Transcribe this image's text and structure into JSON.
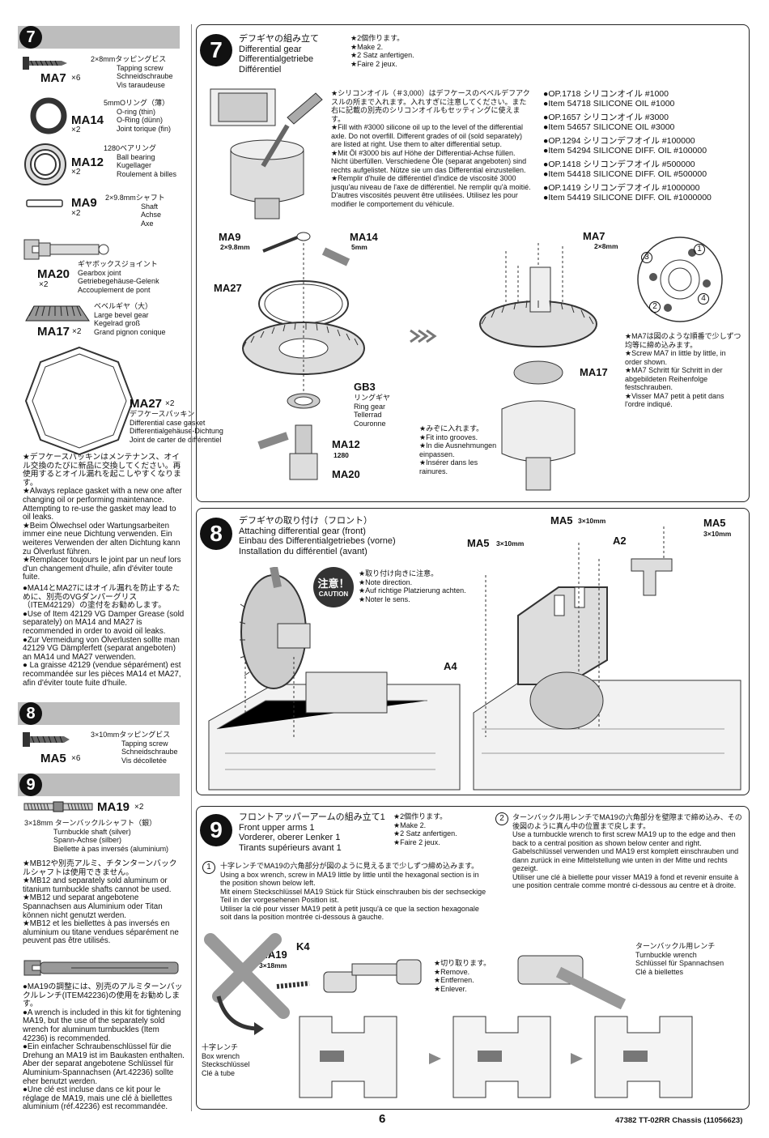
{
  "left": {
    "step7_num": "7",
    "ma7": {
      "code": "MA7",
      "qty": "×6",
      "size": "2×8mm",
      "jp": "タッピングビス",
      "en": "Tapping screw",
      "de": "Schneidschraube",
      "fr": "Vis taraudeuse"
    },
    "ma14": {
      "code": "MA14",
      "qty": "×2",
      "size": "5mm",
      "jp": "Oリング（薄）",
      "en": "O-ring (thin)",
      "de": "O-Ring (dünn)",
      "fr": "Joint torique (fin)"
    },
    "ma12": {
      "code": "MA12",
      "qty": "×2",
      "size": "1280",
      "jp": "ベアリング",
      "en": "Ball bearing",
      "de": "Kugellager",
      "fr": "Roulement à billes"
    },
    "ma9": {
      "code": "MA9",
      "qty": "×2",
      "size": "2×9.8mm",
      "jp": "シャフト",
      "en": "Shaft",
      "de": "Achse",
      "fr": "Axe"
    },
    "ma20": {
      "code": "MA20",
      "qty": "×2",
      "jp": "ギヤボックスジョイント",
      "en": "Gearbox joint",
      "de": "Getriebegehäuse-Gelenk",
      "fr": "Accouplement de pont"
    },
    "ma17": {
      "code": "MA17",
      "qty": "×2",
      "jp": "ベベルギヤ（大）",
      "en": "Large bevel gear",
      "de": "Kegelrad groß",
      "fr": "Grand pignon conique"
    },
    "ma27": {
      "code": "MA27",
      "qty": "×2",
      "jp": "デフケースパッキン",
      "en": "Differential case gasket",
      "de": "Differentialgehäuse-Dichtung",
      "fr": "Joint de carter de différentiel"
    },
    "note_gasket": [
      "★デフケースパッキンはメンテナンス、オイル交換のたびに新品に交換してください。再使用するとオイル漏れを起こしやすくなります。",
      "★Always replace gasket with a new one after changing oil or performing maintenance. Attempting to re-use the gasket may lead to oil leaks.",
      "★Beim Ölwechsel oder Wartungsarbeiten immer eine neue Dichtung verwenden. Ein weiteres Verwenden der alten Dichtung kann zu Ölverlust führen.",
      "★Remplacer toujours le joint par un neuf lors d'un changement d'huile, afin d'éviter toute fuite."
    ],
    "note_grease": [
      "●MA14とMA27にはオイル漏れを防止するために、別売のVGダンパーグリス（ITEM42129）の塗付をお勧めします。",
      "●Use of Item 42129 VG Damper Grease (sold separately) on MA14 and MA27 is recommended in order to avoid oil leaks.",
      "●Zur Vermeidung von Ölverlusten sollte man 42129 VG Dämpferfett (separat angeboten) an MA14 und MA27 verwenden.",
      "● La graisse 42129 (vendue séparément) est recommandée sur les pièces MA14 et MA27, afin d'éviter toute fuite d'huile."
    ],
    "step8_num": "8",
    "ma5": {
      "code": "MA5",
      "qty": "×6",
      "size": "3×10mm",
      "jp": "タッピングビス",
      "en": "Tapping screw",
      "de": "Schneidschraube",
      "fr": "Vis décolletée"
    },
    "step9_num": "9",
    "ma19": {
      "code": "MA19",
      "qty": "×2",
      "size": "3×18mm",
      "jp": "ターンバックルシャフト（銀）",
      "en": "Turnbuckle shaft (silver)",
      "de": "Spann-Achse (silber)",
      "fr": "Biellette à pas inversés (aluminium)"
    },
    "note_mb12": [
      "★MB12や別売アルミ、チタンターンバックルシャフトは使用できません。",
      "★MB12 and separately sold aluminum or titanium turnbuckle shafts cannot be used.",
      "★MB12 und separat angebotene Spannachsen aus Aluminium oder Titan können nicht genutzt werden.",
      "★MB12 et les biellettes à pas inversés en aluminium ou titane vendues séparément ne peuvent pas être utilisés."
    ],
    "note_wrench": [
      "●MA19の調整には、別売のアルミターンバックルレンチ(ITEM42236)の使用をお勧めします。",
      "●A wrench is included in this kit for tightening MA19, but the use of the separately sold wrench for aluminum turnbuckles (Item 42236) is recommended.",
      "●Ein einfacher Schraubenschlüssel für die Drehung an MA19 ist im Baukasten enthalten. Aber der separat angebotene Schlüssel für Aluminium-Spannachsen (Art.42236) sollte eher benutzt werden.",
      "●Une clé est incluse dans ce kit pour le réglage de MA19, mais une clé à biellettes aluminium (réf.42236) est recommandée."
    ]
  },
  "step7": {
    "num": "7",
    "title": [
      "デフギヤの組み立て",
      "Differential gear",
      "Differentialgetriebe",
      "Différentiel"
    ],
    "make": [
      "★2個作ります。",
      "★Make 2.",
      "★2 Satz anfertigen.",
      "★Faire 2 jeux."
    ],
    "oil_note": [
      "★シリコンオイル（＃3,000）はデフケースのベベルデフアクスルの所まで入れます。入れすぎに注意してください。また右に記載の別売のシリコンオイルもセッティングに使えます。",
      "★Fill with #3000 silicone oil up to the level of the differential axle. Do not overfill. Different grades of oil (sold separately) are listed at right. Use them to alter differential setup.",
      "★Mit Öl #3000 bis auf Höhe der Differential-Achse füllen. Nicht überfüllen. Verschiedene Öle (separat angeboten) sind rechts aufgelistet. Nütze sie um das Differential einzustellen.",
      "★Remplir d'huile de différentiel d'indice de viscosité 3000 jusqu'au niveau de l'axe de différentiel. Ne remplir qu'à moitié. D'autres viscosités peuvent être utilisées. Utilisez les pour modifier le comportement du véhicule."
    ],
    "oils": [
      "●OP.1718 シリコンオイル #1000",
      "●Item 54718 SILICONE OIL #1000",
      "●OP.1657 シリコンオイル #3000",
      "●Item 54657 SILICONE OIL #3000",
      "●OP.1294 シリコンデフオイル #100000",
      "●Item 54294 SILICONE DIFF. OIL #100000",
      "●OP.1418 シリコンデフオイル #500000",
      "●Item 54418 SILICONE DIFF. OIL #500000",
      "●OP.1419 シリコンデフオイル #1000000",
      "●Item 54419 SILICONE DIFF. OIL #1000000"
    ],
    "labels": {
      "ma9": "MA9",
      "ma9s": "2×9.8mm",
      "ma14": "MA14",
      "ma14s": "5mm",
      "ma27": "MA27",
      "gb3": "GB3",
      "gb3_jp": "リングギヤ",
      "gb3_en": "Ring gear",
      "gb3_de": "Tellerrad",
      "gb3_fr": "Couronne",
      "ma12": "MA12",
      "ma12s": "1280",
      "ma20": "MA20",
      "ma7": "MA7",
      "ma7s": "2×8mm",
      "ma17": "MA17"
    },
    "grooves": [
      "★みぞに入れます。",
      "★Fit into grooves.",
      "★In die Ausnehmungen einpassen.",
      "★Insérer dans les rainures."
    ],
    "order": [
      "★MA7は図のような順番で少しずつ均等に締め込みます。",
      "★Screw MA7 in little by little, in order shown.",
      "★MA7 Schritt für Schritt in der abgebildeten Reihenfolge festschrauben.",
      "★Visser MA7 petit à petit dans l'ordre indiqué."
    ],
    "order_nums": [
      "1",
      "2",
      "3",
      "4"
    ]
  },
  "step8": {
    "num": "8",
    "title": [
      "デフギヤの取り付け（フロント）",
      "Attaching differential gear (front)",
      "Einbau des Differentialgetriebes (vorne)",
      "Installation du différentiel (avant)"
    ],
    "caution": "注意！",
    "caution_en": "CAUTION",
    "direction": [
      "★取り付け向きに注意。",
      "★Note direction.",
      "★Auf richtige Platzierung achten.",
      "★Noter le sens."
    ],
    "labels": {
      "ma5a": "MA5",
      "ma5b": "MA5",
      "ma5c": "MA5",
      "size": "3×10mm",
      "a2": "A2",
      "a4": "A4"
    }
  },
  "step9": {
    "num": "9",
    "title": [
      "フロントアッパーアームの組み立て1",
      "Front upper arms 1",
      "Vorderer, oberer Lenker 1",
      "Tirants supérieurs avant 1"
    ],
    "make": [
      "★2個作ります。",
      "★Make 2.",
      "★2 Satz anfertigen.",
      "★Faire 2 jeux."
    ],
    "s1_num": "1",
    "s1": [
      "十字レンチでMA19の六角部分が図のように見えるまで少しずつ締め込みます。",
      "Using a box wrench, screw in MA19 little by little until the hexagonal section is in the position shown below left.",
      "Mit einem Steckschlüssel MA19 Stück für Stück einschrauben bis der sechseckige Teil in der vorgesehenen Position ist.",
      "Utiliser la clé pour visser MA19 petit à petit jusqu'à ce que la section hexagonale soit dans la position montrée ci-dessous à gauche."
    ],
    "s2_num": "2",
    "s2": [
      "ターンバックル用レンチでMA19の六角部分を壁際まで締め込み、その後図のように真ん中の位置まで戻します。",
      "Use a turnbuckle wrench to first screw MA19 up to the edge and then back to a central position as shown below center and right.",
      "Gabelschlüssel verwenden und MA19 erst komplett einschrauben und dann zurück in eine Mittelstellung wie unten in der Mitte und rechts gezeigt.",
      "Utiliser une clé à biellette pour visser MA19 à fond et revenir ensuite à une position centrale comme montré ci-dessous au centre et à droite."
    ],
    "labels": {
      "ma19": "MA19",
      "ma19s": "3×18mm",
      "k4": "K4"
    },
    "remove": [
      "★切り取ります。",
      "★Remove.",
      "★Entfernen.",
      "★Enlever."
    ],
    "crosswrench": [
      "十字レンチ",
      "Box wrench",
      "Steckschlüssel",
      "Clé à tube"
    ],
    "tbwrench": [
      "ターンバックル用レンチ",
      "Turnbuckle wrench",
      "Schlüssel für Spannachsen",
      "Clé à biellettes"
    ]
  },
  "footer": {
    "page": "6",
    "doc": "47382  TT-02RR Chassis (11056623)"
  }
}
